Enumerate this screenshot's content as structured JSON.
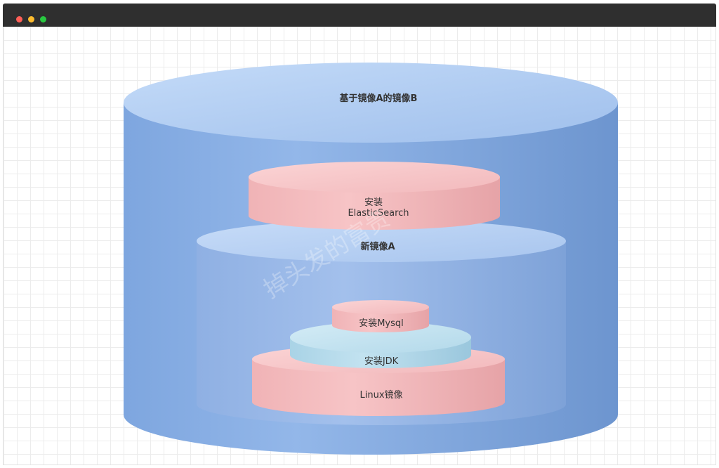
{
  "window": {
    "controls": [
      "close",
      "minimize",
      "maximize"
    ]
  },
  "diagram": {
    "outer_label": "基于镜像A的镜像B",
    "es_label_line1": "安装",
    "es_label_line2": "ElasticSearch",
    "inner_label": "新镜像A",
    "mysql_label": "安装Mysql",
    "jdk_label": "安装JDK",
    "linux_label": "Linux镜像",
    "watermark": "掉头发的富贵"
  },
  "colors": {
    "outer_cylinder": "#8eb2e6",
    "inner_cylinder": "#9ebde8",
    "pink_layer": "#f3b8bb",
    "blue_layer": "#b7dcec",
    "titlebar": "#2f2f2f"
  }
}
